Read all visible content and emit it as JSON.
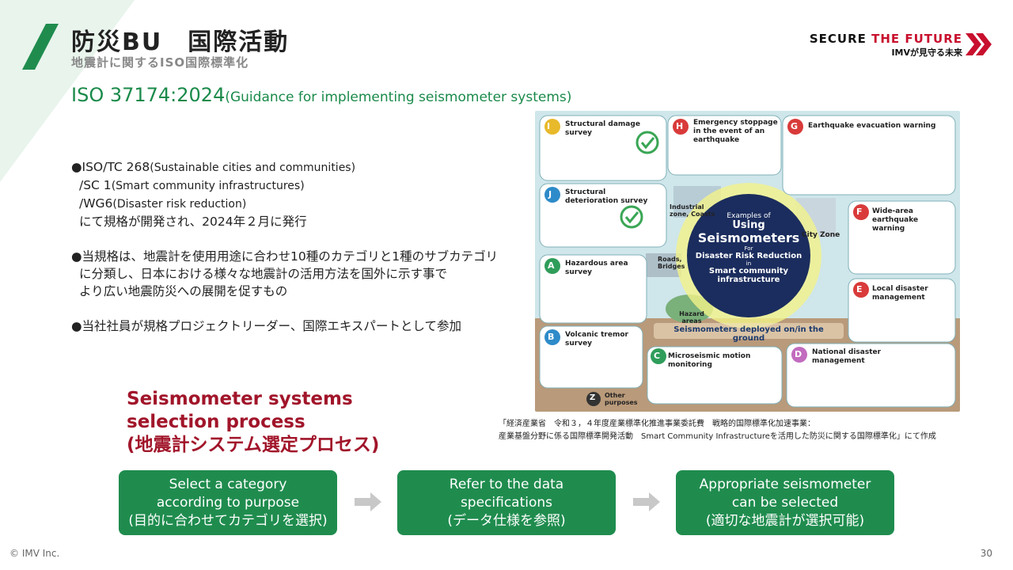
{
  "header": {
    "title": "防災BU　国際活動",
    "subtitle": "地震計に関するISO国際標準化"
  },
  "brand": {
    "line1_a": "SECURE ",
    "line1_b": "THE FUTURE",
    "line2": "IMVが見守る未来"
  },
  "iso": {
    "code": "ISO 37174:2024",
    "title": "(Guidance for implementing seismometer systems)"
  },
  "bullets": {
    "b1_l1_a": "●ISO/TC 268",
    "b1_l1_b": "(Sustainable cities and communities)",
    "b1_l2_a": "/SC 1",
    "b1_l2_b": "(Smart community infrastructures)",
    "b1_l3_a": "/WG6",
    "b1_l3_b": "(Disaster risk reduction)",
    "b1_l4": "にて規格が開発され、2024年２月に発行",
    "b2_l1": "●当規格は、地震計を使用用途に合わせ10種のカテゴリと1種のサブカテゴリ",
    "b2_l2": "に分類し、日本における様々な地震計の活用方法を国外に示す事で",
    "b2_l3": "より広い地震防災への展開を促すもの",
    "b3_l1": "●当社社員が規格プロジェクトリーダー、国際エキスパートとして参加"
  },
  "illustration": {
    "center_l1": "Examples of",
    "center_l2": "Using",
    "center_l3": "Seismometers",
    "center_l4": "For",
    "center_l5": "Disaster Risk Reduction",
    "center_l6": "in",
    "center_l7": "Smart community",
    "center_l8": "infrastructure",
    "ground_label": "Seismometers deployed on/in the ground",
    "panels": [
      {
        "letter": "I",
        "title": "Structural damage survey"
      },
      {
        "letter": "H",
        "title": "Emergency stoppage in the event of an earthquake"
      },
      {
        "letter": "G",
        "title": "Earthquake evacuation warning"
      },
      {
        "letter": "J",
        "title": "Structural deterioration survey"
      },
      {
        "letter": "F",
        "title": "Wide-area earthquake warning"
      },
      {
        "letter": "A",
        "title": "Hazardous area survey"
      },
      {
        "letter": "E",
        "title": "Local disaster management"
      },
      {
        "letter": "B",
        "title": "Volcanic tremor survey"
      },
      {
        "letter": "C",
        "title": "Microseismic motion monitoring"
      },
      {
        "letter": "D",
        "title": "National disaster management"
      },
      {
        "letter": "Z",
        "title": "Other purposes"
      }
    ],
    "labels": {
      "industrial": "Industrial zone, Coasts",
      "city": "City Zone",
      "roads": "Roads, Bridges",
      "hazard": "Hazard areas"
    }
  },
  "caption": {
    "l1": "「経済産業省　令和３，４年度産業標準化推進事業委託費　戦略的国際標準化加速事業：",
    "l2": "産業基盤分野に係る国際標準開発活動　Smart Community Infrastructureを活用した防災に関する国際標準化」にて作成"
  },
  "selection": {
    "l1": "Seismometer systems",
    "l2": "selection process",
    "l3": "(地震計システム選定プロセス)"
  },
  "steps": [
    {
      "l1": "Select a category",
      "l2": "according to purpose",
      "l3": "(目的に合わせてカテゴリを選択)"
    },
    {
      "l1": "Refer to the data",
      "l2": "specifications",
      "l3": "(データ仕様を参照)"
    },
    {
      "l1": "Appropriate seismometer",
      "l2": "can be selected",
      "l3": "(適切な地震計が選択可能)"
    }
  ],
  "footer": {
    "copyright": "© IMV Inc.",
    "page": "30"
  },
  "colors": {
    "green": "#1f8c4e",
    "red": "#a1152a",
    "brand_red": "#c8102e"
  }
}
